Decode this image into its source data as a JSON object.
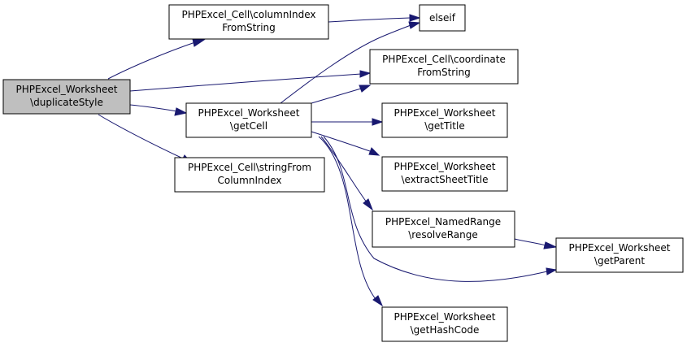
{
  "colors": {
    "root_fill": "#bfbfbf",
    "node_fill": "#ffffff",
    "node_stroke": "#000000",
    "edge": "#191970"
  },
  "nodes": {
    "duplicate_style": [
      "PHPExcel_Worksheet",
      "\\duplicateStyle"
    ],
    "column_index_from_string": [
      "PHPExcel_Cell\\columnIndex",
      "FromString"
    ],
    "elseif": [
      "elseif"
    ],
    "coordinate_from_string": [
      "PHPExcel_Cell\\coordinate",
      "FromString"
    ],
    "get_cell": [
      "PHPExcel_Worksheet",
      "\\getCell"
    ],
    "get_title": [
      "PHPExcel_Worksheet",
      "\\getTitle"
    ],
    "string_from_column_index": [
      "PHPExcel_Cell\\stringFrom",
      "ColumnIndex"
    ],
    "extract_sheet_title": [
      "PHPExcel_Worksheet",
      "\\extractSheetTitle"
    ],
    "resolve_range": [
      "PHPExcel_NamedRange",
      "\\resolveRange"
    ],
    "get_parent": [
      "PHPExcel_Worksheet",
      "\\getParent"
    ],
    "get_hash_code": [
      "PHPExcel_Worksheet",
      "\\getHashCode"
    ]
  }
}
